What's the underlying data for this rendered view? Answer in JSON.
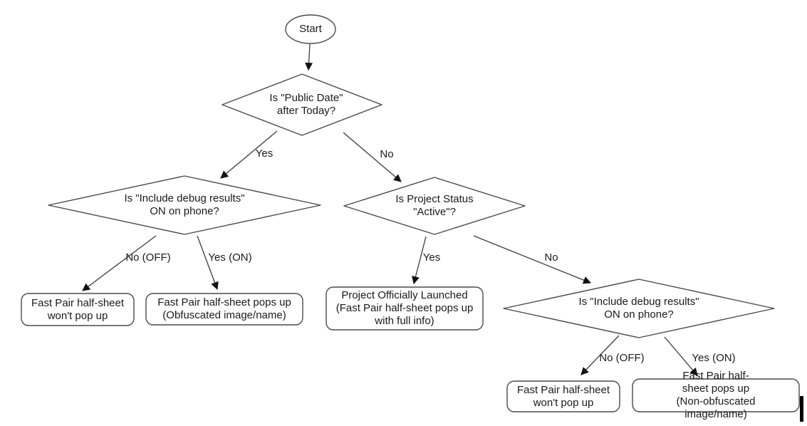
{
  "flowchart": {
    "nodes": {
      "start": "Start",
      "decision_public_date": "Is \"Public Date\"\nafter Today?",
      "decision_debug_left": "Is \"Include debug results\"\nON on phone?",
      "decision_project_status": "Is Project Status\n\"Active\"?",
      "decision_debug_right": "Is \"Include debug results\"\nON on phone?",
      "result_wont_popup_left": "Fast Pair half-sheet\nwon't pop up",
      "result_obfuscated": "Fast Pair half-sheet pops up\n(Obfuscated image/name)",
      "result_launched": "Project Officially Launched\n(Fast Pair half-sheet pops up\nwith full info)",
      "result_wont_popup_right": "Fast Pair half-sheet\nwon't pop up",
      "result_non_obfuscated": "Fast Pair half-sheet pops up\n(Non-obfuscated image/name)"
    },
    "edge_labels": {
      "public_date_yes": "Yes",
      "public_date_no": "No",
      "debug_left_no": "No (OFF)",
      "debug_left_yes": "Yes (ON)",
      "project_status_yes": "Yes",
      "project_status_no": "No",
      "debug_right_no": "No (OFF)",
      "debug_right_yes": "Yes (ON)"
    },
    "colors": {
      "node_stroke": "#4a4a4a",
      "edge_stroke": "#3c3c3c",
      "arrow_fill": "#111111",
      "text": "#1a1a1a",
      "background": "#ffffff",
      "cursor": "#000000"
    }
  }
}
